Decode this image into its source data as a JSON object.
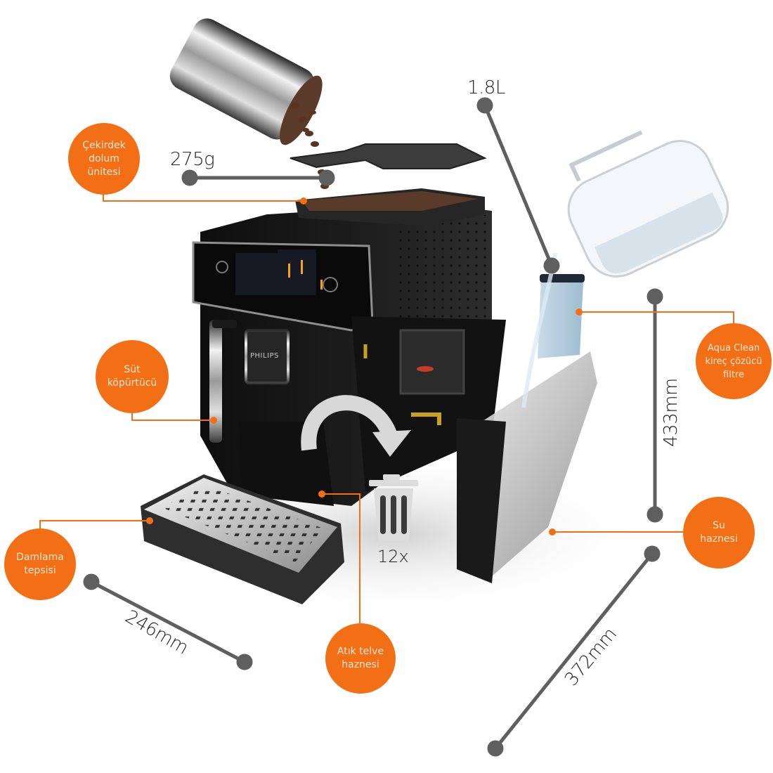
{
  "colors": {
    "accent_orange": "#f36f15",
    "bubble_text": "#fde7d4",
    "dimension_gray": "#5f5f5f",
    "machine_black": "#1c1c1c"
  },
  "callouts": [
    {
      "id": "bean-hopper",
      "label": "Çekirdek\ndolum\nünitesi"
    },
    {
      "id": "milk-frother",
      "label": "Süt\nköpürtücü"
    },
    {
      "id": "drip-tray",
      "label": "Damlama\ntepsisi"
    },
    {
      "id": "grounds-container",
      "label": "Atık telve\nhaznesi"
    },
    {
      "id": "water-tank",
      "label": "Su\nhaznesi"
    },
    {
      "id": "aquaclean-filter",
      "label": "Aqua Clean\nkireç çözücü\nfiltre"
    }
  ],
  "dimensions": {
    "bean_capacity": "275g",
    "water_capacity": "1.8L",
    "height": "433mm",
    "depth": "372mm",
    "width": "246mm"
  },
  "grounds_capacity": "12x",
  "brand_label": "PHILIPS",
  "icons": {
    "trash": "trash-bin-icon",
    "arrow": "curved-arrow-icon",
    "power": "power-icon",
    "play": "play-pause-icon"
  }
}
